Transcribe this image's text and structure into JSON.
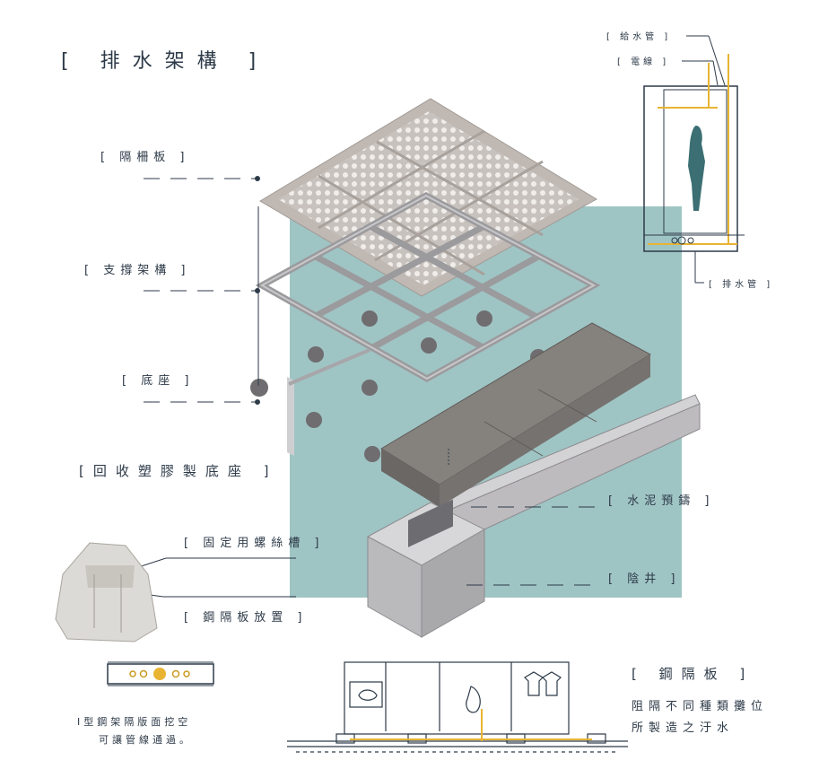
{
  "title": "[ 排水架構 ]",
  "labels": {
    "grate": "[ 隔柵板 ]",
    "frame": "[ 支撐架構 ]",
    "base": "[ 底座 ]",
    "recycled_base": "[回收塑膠製底座 ]",
    "screw_slot": "[ 固定用螺絲槽 ]",
    "steel_slot": "[ 鋼隔板放置 ]",
    "cement": "[ 水泥預鑄 ]",
    "manhole": "[ 陰井 ]",
    "water_pipe": "[ 給水管 ]",
    "wire": "[ 電線 ]",
    "drain_pipe": "[ 排水管 ]",
    "steel_partition": "[ 鋼隔板 ]"
  },
  "notes": {
    "hole_line1": "I型鋼架隔版面挖空",
    "hole_line2": "可讓管線通過。",
    "partition_line1": "阻隔不同種類攤位",
    "partition_line2": "所製造之汙水"
  },
  "colors": {
    "background_wall": "#9fc4c4",
    "concrete": "#8a8580",
    "steel": "#b0aeb0",
    "pipe_yellow": "#e8b432",
    "ink": "#2d3a48"
  }
}
